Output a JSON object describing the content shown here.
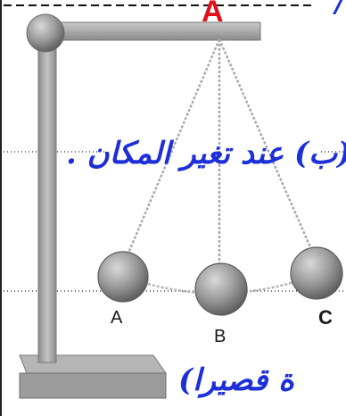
{
  "diagram": {
    "point_label": "A",
    "ball_labels": [
      "A",
      "B",
      "C"
    ]
  },
  "handwriting": {
    "mid_line": "(ب) عند تغير المكان .",
    "top_fragment": "ه/",
    "bottom_fragment": "ة قصيرا)"
  },
  "colors": {
    "ink_blue": "#1d2fd8",
    "marker_red": "#e0101a",
    "stand_gray": "#a8a8a8",
    "ball_gray": "#8f8f8f"
  }
}
